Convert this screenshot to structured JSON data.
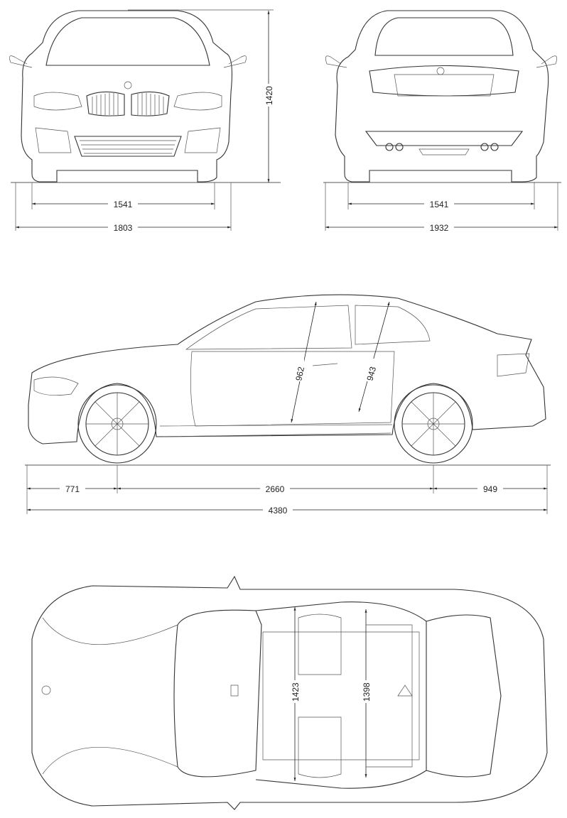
{
  "title": "Car dimensions blueprint",
  "front_view": {
    "height": "1420",
    "front_track": "1541",
    "width": "1803"
  },
  "rear_view": {
    "rear_track": "1541",
    "width_with_mirrors": "1932"
  },
  "side_view": {
    "front_headroom": "962",
    "rear_headroom": "943",
    "front_overhang": "771",
    "wheelbase": "2660",
    "rear_overhang": "949",
    "length": "4380"
  },
  "top_view": {
    "front_shoulder_width": "1423",
    "rear_shoulder_width": "1398"
  }
}
